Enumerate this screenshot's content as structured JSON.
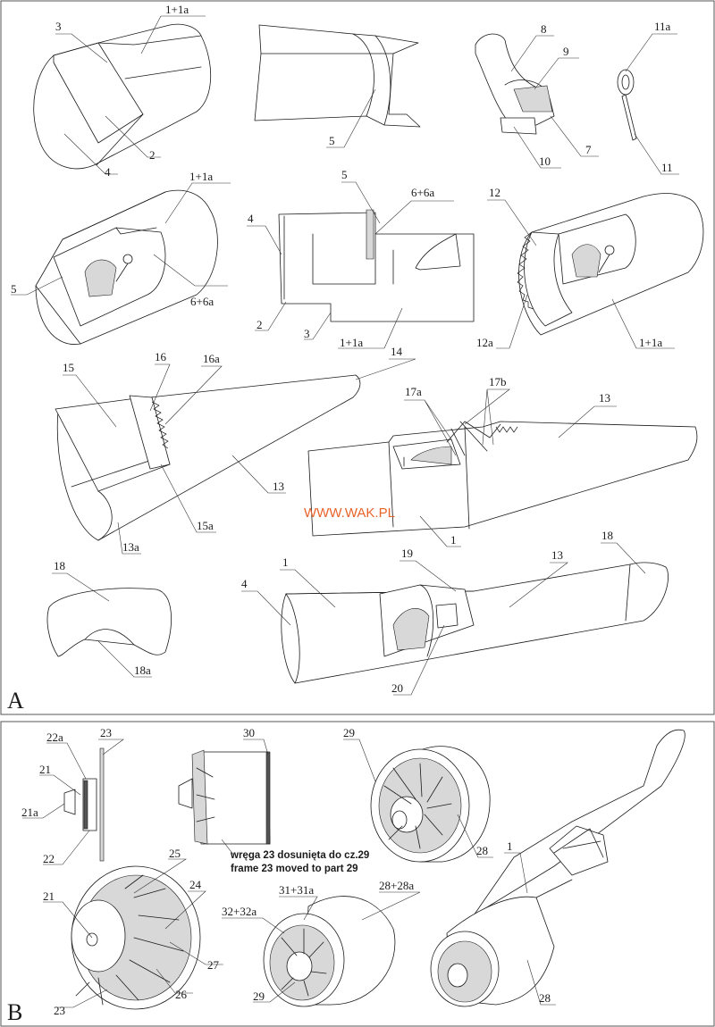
{
  "panels": {
    "a_letter": "A",
    "b_letter": "B"
  },
  "watermark": "WWW.WAK.PL",
  "note": {
    "polish": "wręga 23 dosunięta do cz.29",
    "english": "frame 23 moved to part 29"
  },
  "labels": {
    "a": [
      "3",
      "1+1a",
      "2",
      "4",
      "5",
      "8",
      "9",
      "7",
      "10",
      "11a",
      "11",
      "1+1a",
      "5",
      "6+6a",
      "4",
      "5",
      "6+6a",
      "2",
      "3",
      "1+1a",
      "12",
      "12a",
      "1+1a",
      "15",
      "16",
      "16a",
      "14",
      "13",
      "15a",
      "13a",
      "17a",
      "17b",
      "13",
      "1",
      "18",
      "18a",
      "1",
      "19",
      "13",
      "18",
      "4",
      "20"
    ],
    "b": [
      "22a",
      "23",
      "21",
      "21a",
      "22",
      "30",
      "29",
      "28",
      "25",
      "24",
      "21",
      "27",
      "26",
      "23",
      "31+31a",
      "28+28a",
      "32+32a",
      "29",
      "1",
      "28"
    ]
  },
  "colors": {
    "line": "#1a1a1a",
    "watermark": "#e8632a",
    "grey_fill": "#d8d8d8"
  }
}
